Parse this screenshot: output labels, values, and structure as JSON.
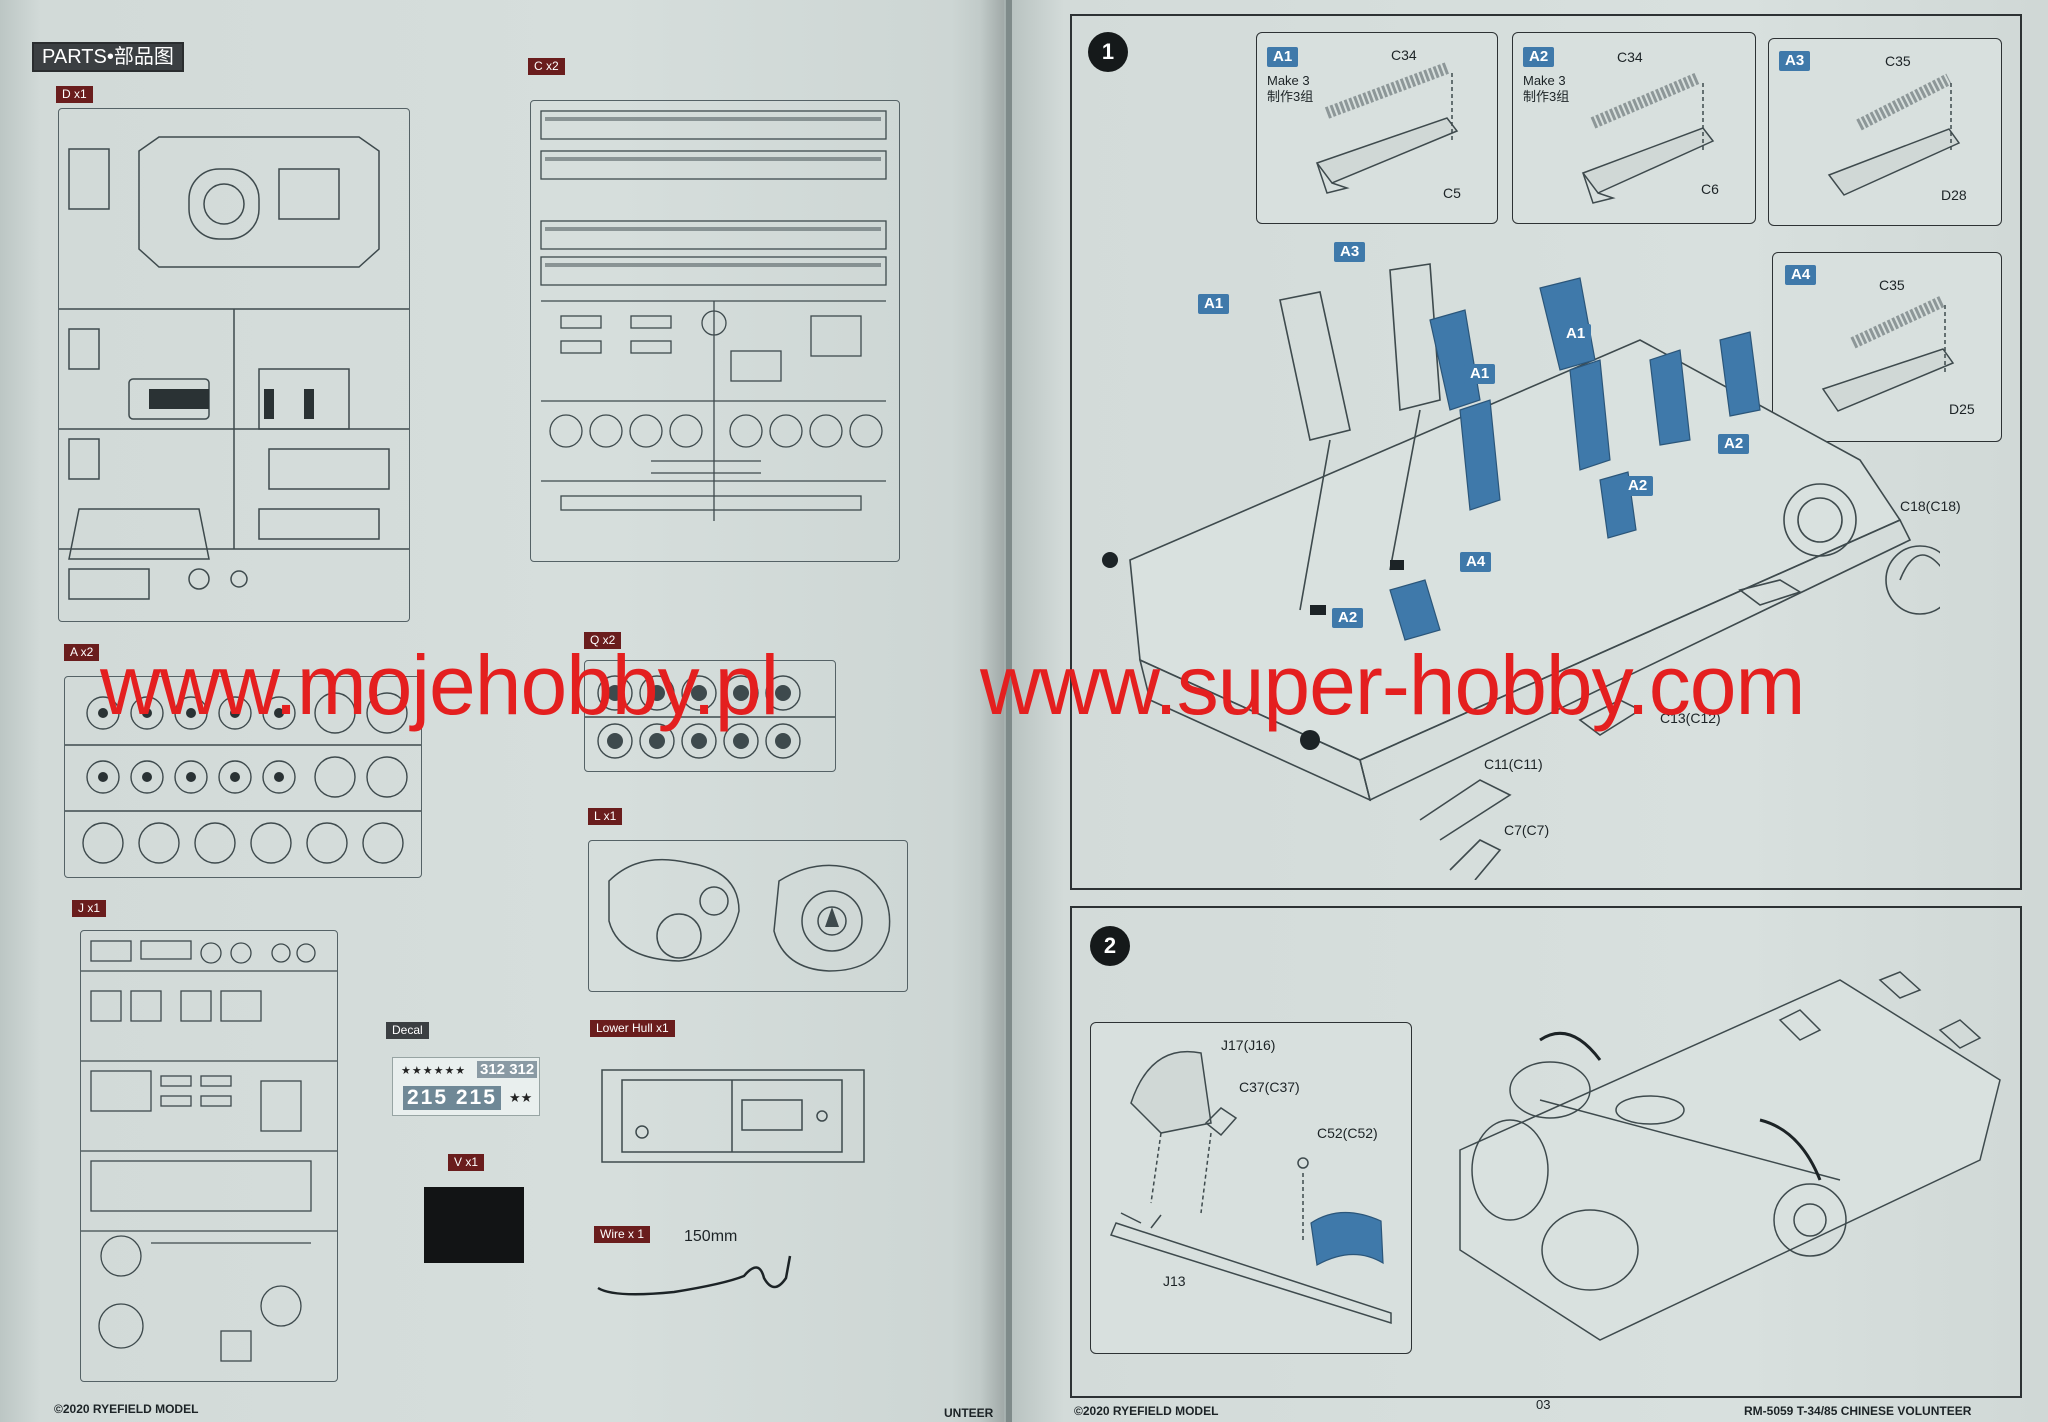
{
  "parts_title": "PARTS•部品图",
  "sprues": {
    "d": "D x1",
    "c": "C x2",
    "a": "A x2",
    "q": "Q x2",
    "l": "L x1",
    "j": "J x1",
    "decal": "Decal",
    "lower_hull": "Lower Hull x1",
    "v": "V x1",
    "wire": "Wire x 1"
  },
  "decal_numbers": {
    "top": "312 312",
    "bottom": "215 215"
  },
  "wire_length": "150mm",
  "footer_left": "©2020 RYEFIELD MODEL",
  "footer_left_cut": "UNTEER",
  "step1": {
    "number": "1",
    "boxes": [
      {
        "tag": "A1",
        "note_en": "Make 3",
        "note_cn": "制作3组",
        "spring": "C34",
        "base": "C5"
      },
      {
        "tag": "A2",
        "note_en": "Make 3",
        "note_cn": "制作3组",
        "spring": "C34",
        "base": "C6"
      },
      {
        "tag": "A3",
        "note_en": "",
        "note_cn": "",
        "spring": "C35",
        "base": "D28"
      },
      {
        "tag": "A4",
        "note_en": "",
        "note_cn": "",
        "spring": "C35",
        "base": "D25"
      }
    ],
    "labels": {
      "a1_top": "A1",
      "a3_top": "A3",
      "a1_mid1": "A1",
      "a1_mid2": "A1",
      "a2_r1": "A2",
      "a2_r2": "A2",
      "a2_left": "A2",
      "a4_mid": "A4",
      "c18": "C18(C18)",
      "c13": "C13(C12)",
      "c11": "C11(C11)",
      "c7": "C7(C7)"
    }
  },
  "step2": {
    "number": "2",
    "labels": {
      "j17": "J17(J16)",
      "c37": "C37(C37)",
      "c52": "C52(C52)",
      "j13": "J13"
    }
  },
  "footer_right_left": "©2020 RYEFIELD MODEL",
  "page_number": "03",
  "footer_right_right": "RM-5059 T-34/85 CHINESE VOLUNTEER",
  "watermark": {
    "left": "www.mojehobby.pl",
    "right": "www.super-hobby.com"
  },
  "colors": {
    "highlight_blue": "#3f79aa",
    "sprue_tag": "#6a1d1d",
    "watermark_red": "#e41f1f"
  }
}
